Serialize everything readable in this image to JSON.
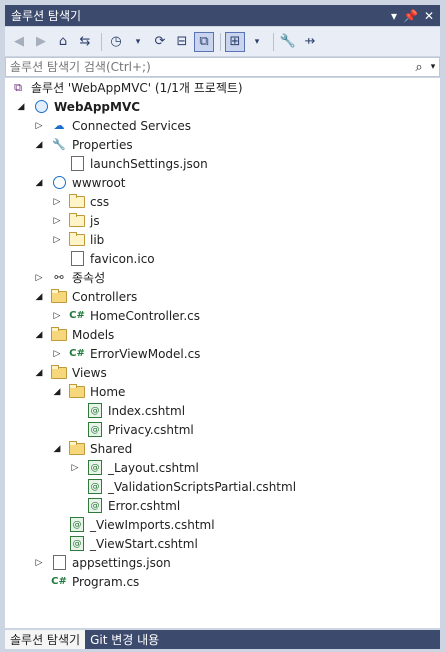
{
  "window": {
    "title": "솔루션 탐색기",
    "title_icons": [
      "pin-dropdown-icon",
      "pin-icon",
      "close-icon"
    ]
  },
  "toolbar": {
    "buttons": [
      "back-icon",
      "forward-icon",
      "home-icon",
      "vs-switch-icon",
      "history-icon",
      "refresh-icon",
      "collapse-all-icon",
      "show-all-files-icon",
      "sync-icon",
      "properties-icon",
      "preview-icon"
    ]
  },
  "search": {
    "placeholder": "솔루션 탐색기 검색(Ctrl+;)"
  },
  "tree": {
    "solution": "솔루션 'WebAppMVC' (1/1개 프로젝트)",
    "project": "WebAppMVC",
    "items": {
      "connected_services": "Connected Services",
      "properties": "Properties",
      "launch_settings": "launchSettings.json",
      "wwwroot": "wwwroot",
      "css": "css",
      "js": "js",
      "lib": "lib",
      "favicon": "favicon.ico",
      "dependencies": "종속성",
      "controllers": "Controllers",
      "home_controller": "HomeController.cs",
      "models": "Models",
      "error_view_model": "ErrorViewModel.cs",
      "views": "Views",
      "home": "Home",
      "index": "Index.cshtml",
      "privacy": "Privacy.cshtml",
      "shared": "Shared",
      "layout": "_Layout.cshtml",
      "validation": "_ValidationScriptsPartial.cshtml",
      "error": "Error.cshtml",
      "view_imports": "_ViewImports.cshtml",
      "view_start": "_ViewStart.cshtml",
      "appsettings": "appsettings.json",
      "program": "Program.cs"
    }
  },
  "tabs": [
    "솔루션 탐색기",
    "Git 변경 내용"
  ],
  "colors": {
    "accent": "#3c4a6e",
    "cs_green": "#1f7a3a",
    "globe_blue": "#1a6fc8",
    "folder_yellow": "#f6d77b"
  }
}
